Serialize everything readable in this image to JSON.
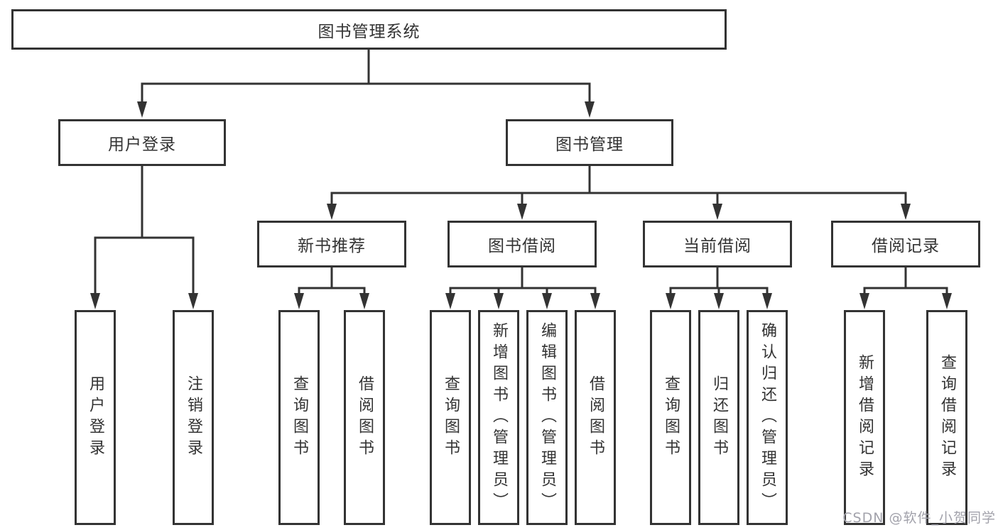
{
  "diagram": {
    "root": {
      "label": "图书管理系统"
    },
    "branches": [
      {
        "label": "用户登录",
        "children": [
          {
            "label": "用户登录"
          },
          {
            "label": "注销登录"
          }
        ]
      },
      {
        "label": "图书管理",
        "children": [
          {
            "label": "新书推荐",
            "children": [
              {
                "label": "查询图书"
              },
              {
                "label": "借阅图书"
              }
            ]
          },
          {
            "label": "图书借阅",
            "children": [
              {
                "label": "查询图书"
              },
              {
                "label": "新增图书（管理员）"
              },
              {
                "label": "编辑图书（管理员）"
              },
              {
                "label": "借阅图书"
              }
            ]
          },
          {
            "label": "当前借阅",
            "children": [
              {
                "label": "查询图书"
              },
              {
                "label": "归还图书"
              },
              {
                "label": "确认归还（管理员）"
              }
            ]
          },
          {
            "label": "借阅记录",
            "children": [
              {
                "label": "新增借阅记录"
              },
              {
                "label": "查询借阅记录"
              }
            ]
          }
        ]
      }
    ]
  },
  "watermark": "CSDN @软件_小贺同学",
  "colors": {
    "line": "#333333",
    "box_border": "#333333",
    "box_fill": "#ffffff",
    "text": "#333333",
    "watermark": "#a2a2ab"
  }
}
